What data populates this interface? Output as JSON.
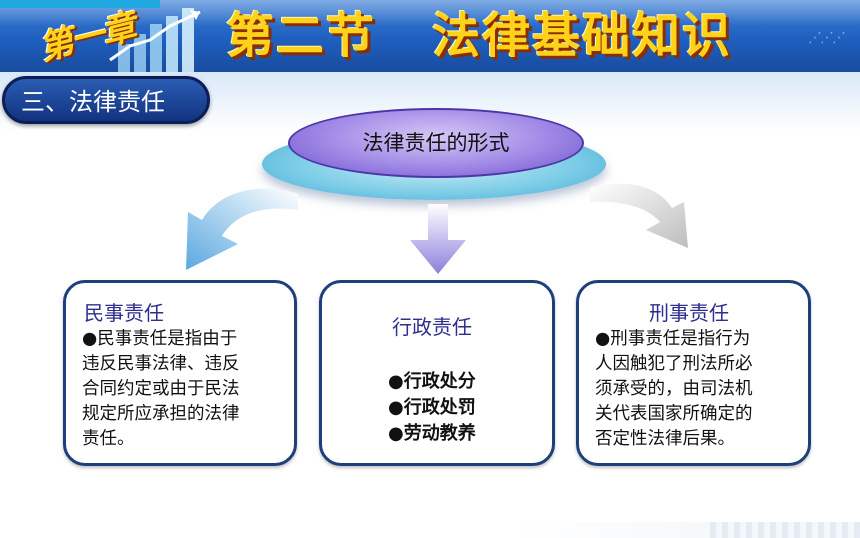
{
  "header": {
    "chapter_label": "第一章",
    "section_title": "第二节   法律基础知识"
  },
  "subtitle": {
    "label": "三、法律责任"
  },
  "center": {
    "label": "法律责任的形式"
  },
  "boxes": {
    "civil": {
      "title": "民事责任",
      "lines": [
        "●民事责任是指由于",
        "违反民事法律、违反",
        "合同约定或由于民法",
        "规定所应承担的法律",
        "责任。"
      ]
    },
    "administrative": {
      "title": "行政责任",
      "items": [
        "●行政处分",
        "●行政处罚",
        "●劳动教养"
      ]
    },
    "criminal": {
      "title": "刑事责任",
      "lines": [
        "●刑事责任是指行为",
        "人因触犯了刑法所必",
        "须承受的，由司法机",
        "关代表国家所确定的",
        "否定性法律后果。"
      ]
    }
  },
  "colors": {
    "header_blue": "#1f5fbf",
    "title_yellow": "#ffd21a",
    "box_border": "#1f3f7a",
    "box_title": "#2e2e90",
    "ellipse_purple": "#a088e6",
    "ellipse_cyan": "#79cbe6",
    "arrow_left": "#6fb6e6",
    "arrow_mid": "#9a8fe0",
    "arrow_right": "#c9c9c9"
  },
  "icons": {
    "chapter_art": "bar-chart-growth-icon",
    "header_decoration": "dots-icon"
  }
}
